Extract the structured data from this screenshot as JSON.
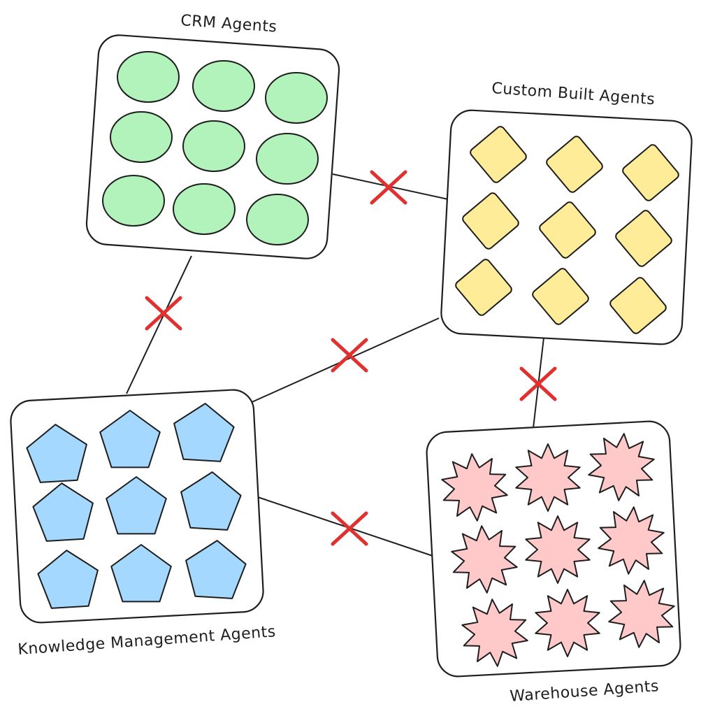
{
  "colors": {
    "crm": "#b2f2bb",
    "custom": "#ffec99",
    "knowledge": "#a5d8ff",
    "warehouse": "#ffc9c9",
    "blocked": "#e03131",
    "ink": "#1e1e1e"
  },
  "groups": {
    "crm": {
      "label": "CRM Agents",
      "agent_shape": "circle",
      "agent_count": 9
    },
    "custom": {
      "label": "Custom Built Agents",
      "agent_shape": "diamond",
      "agent_count": 9
    },
    "knowledge": {
      "label": "Knowledge Management Agents",
      "agent_shape": "pentagon",
      "agent_count": 9
    },
    "warehouse": {
      "label": "Warehouse Agents",
      "agent_shape": "star",
      "agent_count": 9
    }
  },
  "connections": [
    {
      "from": "crm",
      "to": "custom",
      "status": "blocked"
    },
    {
      "from": "crm",
      "to": "knowledge",
      "status": "blocked"
    },
    {
      "from": "knowledge",
      "to": "custom",
      "status": "blocked"
    },
    {
      "from": "custom",
      "to": "warehouse",
      "status": "blocked"
    },
    {
      "from": "knowledge",
      "to": "warehouse",
      "status": "blocked"
    }
  ]
}
